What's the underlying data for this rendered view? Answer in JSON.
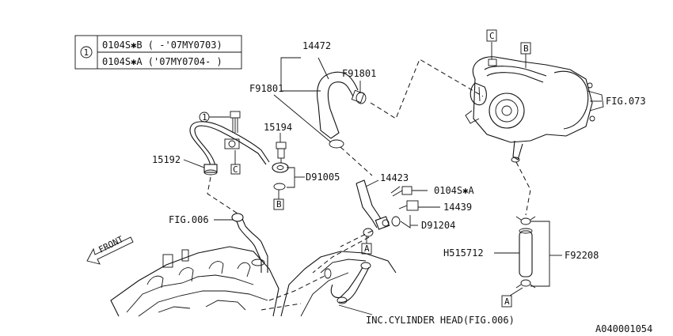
{
  "legend": {
    "marker": "1",
    "rows": [
      "0104S✱B ( -'07MY0703)",
      "0104S✱A ('07MY0704- )"
    ]
  },
  "labels": {
    "p14472": "14472",
    "f91801_left": "F91801",
    "f91801_right": "F91801",
    "p15194": "15194",
    "p15192": "15192",
    "d91005": "D91005",
    "p14423": "14423",
    "p0104sa": "0104S✱A",
    "p14439": "14439",
    "d91204": "D91204",
    "fig006": "FIG.006",
    "fig073": "FIG.073",
    "h515712": "H515712",
    "f92208": "F92208",
    "cylinder_head": "INC.CYLINDER HEAD(FIG.006)",
    "front": "FRONT",
    "diagram_id": "A040001054",
    "marker_1": "1"
  },
  "refs": {
    "c_top": "C",
    "b_top": "B",
    "c_mid": "C",
    "b_mid": "B",
    "a_mid": "A",
    "a_bottom": "A"
  }
}
